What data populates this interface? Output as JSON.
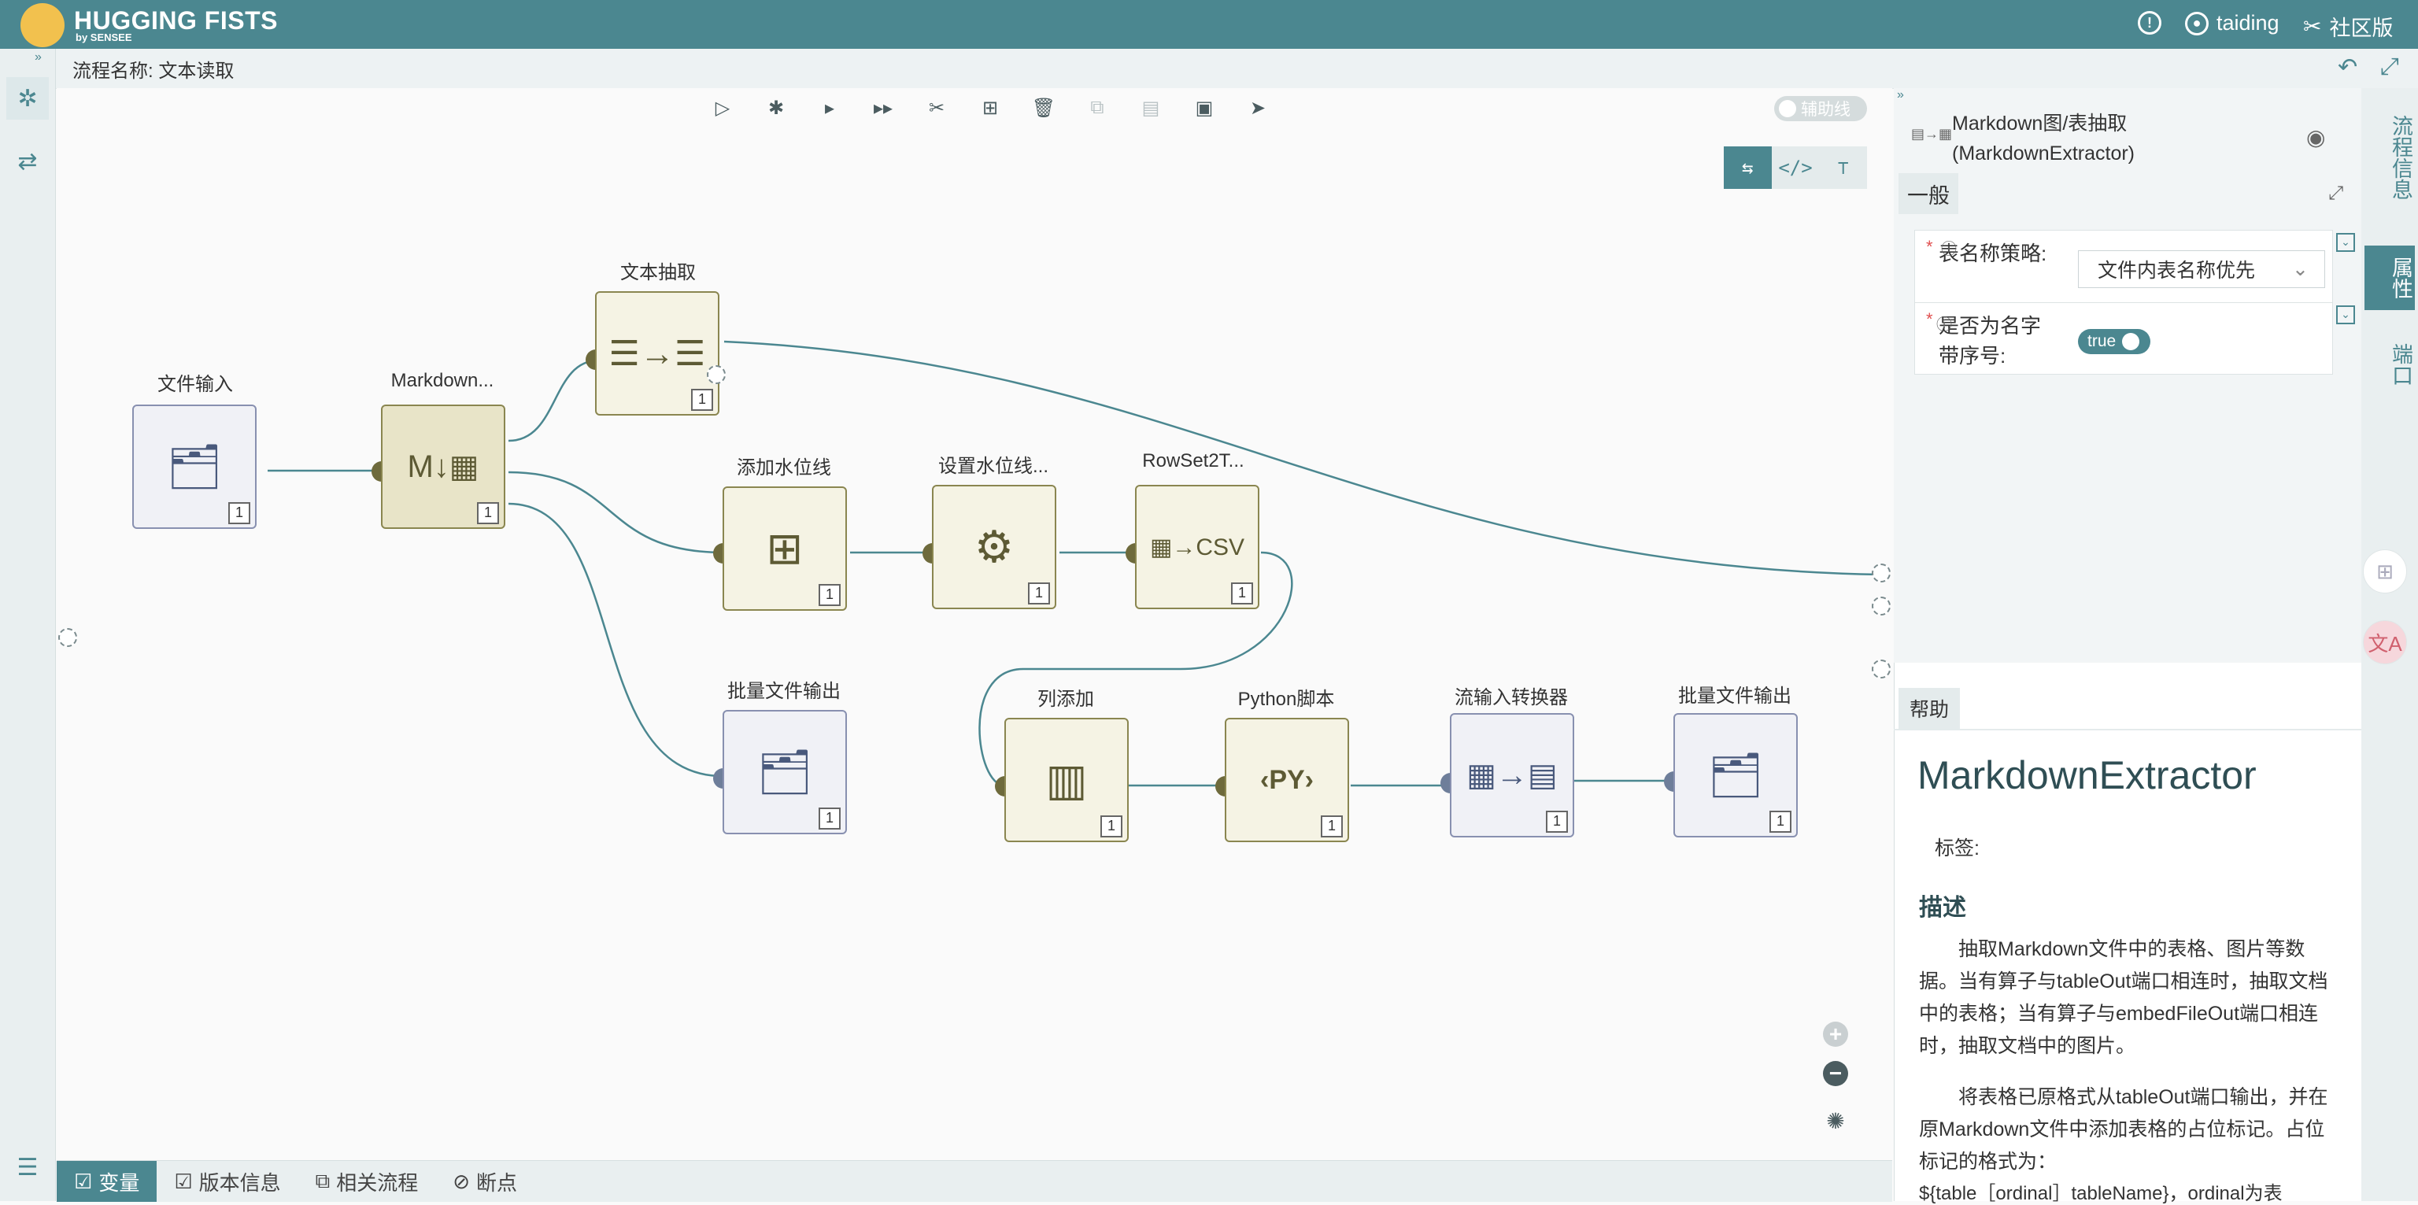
{
  "app": {
    "logo_text": "HUGGING FISTS",
    "logo_sub": "by SENSEE"
  },
  "topbar": {
    "user": "taiding",
    "community": "社区版",
    "help_icon": "info-circle-icon"
  },
  "flow": {
    "name_label": "流程名称: 文本读取"
  },
  "toolbar": {
    "tools": [
      "run-icon",
      "debug-icon",
      "step-icon",
      "step-all-icon",
      "cut-icon",
      "add-screen-icon",
      "delete-icon",
      "copy-icon",
      "paste-icon",
      "save-icon",
      "publish-icon"
    ],
    "aux_label": "辅助线"
  },
  "view_switch": [
    "flow-icon",
    "code-icon",
    "tree-icon"
  ],
  "nodes": {
    "file_input": {
      "label": "文件输入",
      "count": "1"
    },
    "markdown": {
      "label": "Markdown...",
      "count": "1"
    },
    "text_extract": {
      "label": "文本抽取",
      "count": "1"
    },
    "add_watermark": {
      "label": "添加水位线",
      "count": "1"
    },
    "set_watermark": {
      "label": "设置水位线...",
      "count": "1"
    },
    "rowset2t": {
      "label": "RowSet2T...",
      "count": "1"
    },
    "batch_output_1": {
      "label": "批量文件输出",
      "count": "1"
    },
    "col_add": {
      "label": "列添加",
      "count": "1"
    },
    "python": {
      "label": "Python脚本",
      "count": "1"
    },
    "stream_conv": {
      "label": "流输入转换器",
      "count": "1"
    },
    "batch_output_2": {
      "label": "批量文件输出",
      "count": "1"
    }
  },
  "bottom_tabs": [
    "变量",
    "版本信息",
    "相关流程",
    "断点"
  ],
  "panel": {
    "title_line1": "Markdown图/表抽取",
    "title_line2": "(MarkdownExtractor)",
    "tab_general": "一般",
    "prop1_label": "表名称策略:",
    "prop1_value": "文件内表名称优先",
    "prop2_label": "是否为名字带序号:",
    "prop2_value": "true",
    "help_tab": "帮助",
    "help_title": "MarkdownExtractor",
    "help_tags": "标签:",
    "help_desc_heading": "描述",
    "help_p1": "抽取Markdown文件中的表格、图片等数据。当有算子与tableOut端口相连时，抽取文档中的表格；当有算子与embedFileOut端口相连时，抽取文档中的图片。",
    "help_p2": "将表格已原格式从tableOut端口输出，并在原Markdown文件中添加表格的占位标记。占位标记的格式为：",
    "help_p3": "${table［ordinal］tableName}，ordinal为表"
  },
  "right_rail": [
    "流程信息",
    "属性",
    "端口"
  ],
  "colors": {
    "primary": "#4b8790",
    "node_border": "#8a8650",
    "node_blue": "#8890b0"
  }
}
